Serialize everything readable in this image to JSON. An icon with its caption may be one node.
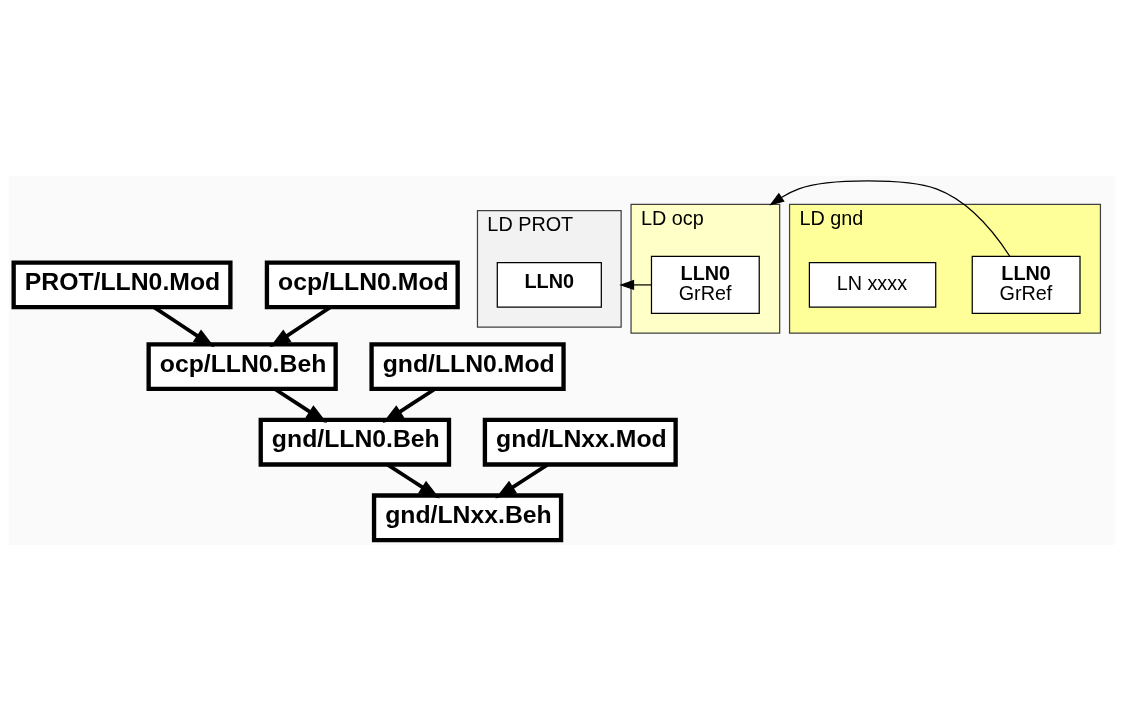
{
  "diagram": {
    "nodes": [
      {
        "text": [
          "PROT/LLN0.Mod"
        ]
      },
      {
        "text": [
          "ocp/LLN0.Mod"
        ]
      },
      {
        "text": [
          "ocp/LLN0.Beh"
        ]
      },
      {
        "text": [
          "gnd/LLN0.Mod"
        ]
      },
      {
        "text": [
          "gnd/LLN0.Beh"
        ]
      },
      {
        "text": [
          "gnd/LNxx.Mod"
        ]
      },
      {
        "text": [
          "gnd/LNxx.Beh"
        ]
      },
      {
        "text": [
          "LD PROT"
        ]
      },
      {
        "text": [
          "LLN0"
        ],
        "in": 7
      },
      {
        "text": [
          "LD ocp"
        ]
      },
      {
        "text": [
          "LLN0",
          "GrRef"
        ],
        "in": 9
      },
      {
        "text": [
          "LD gnd"
        ]
      },
      {
        "text": [
          "LLN0",
          "GrRef"
        ],
        "in": 11
      },
      {
        "text": [
          "LN xxxx"
        ],
        "in": 11
      }
    ],
    "edges": [
      {
        "from": 0,
        "to": 2,
        "arrow": "to"
      },
      {
        "from": 1,
        "to": 2,
        "arrow": "to"
      },
      {
        "from": 2,
        "to": 4,
        "arrow": "to"
      },
      {
        "from": 3,
        "to": 4,
        "arrow": "to"
      },
      {
        "from": 4,
        "to": 6,
        "arrow": "to"
      },
      {
        "from": 5,
        "to": 6,
        "arrow": "to"
      },
      {
        "from": 10,
        "to": 7,
        "arrow": "to"
      },
      {
        "from": 12,
        "to": 9,
        "arrow": "to"
      }
    ]
  }
}
